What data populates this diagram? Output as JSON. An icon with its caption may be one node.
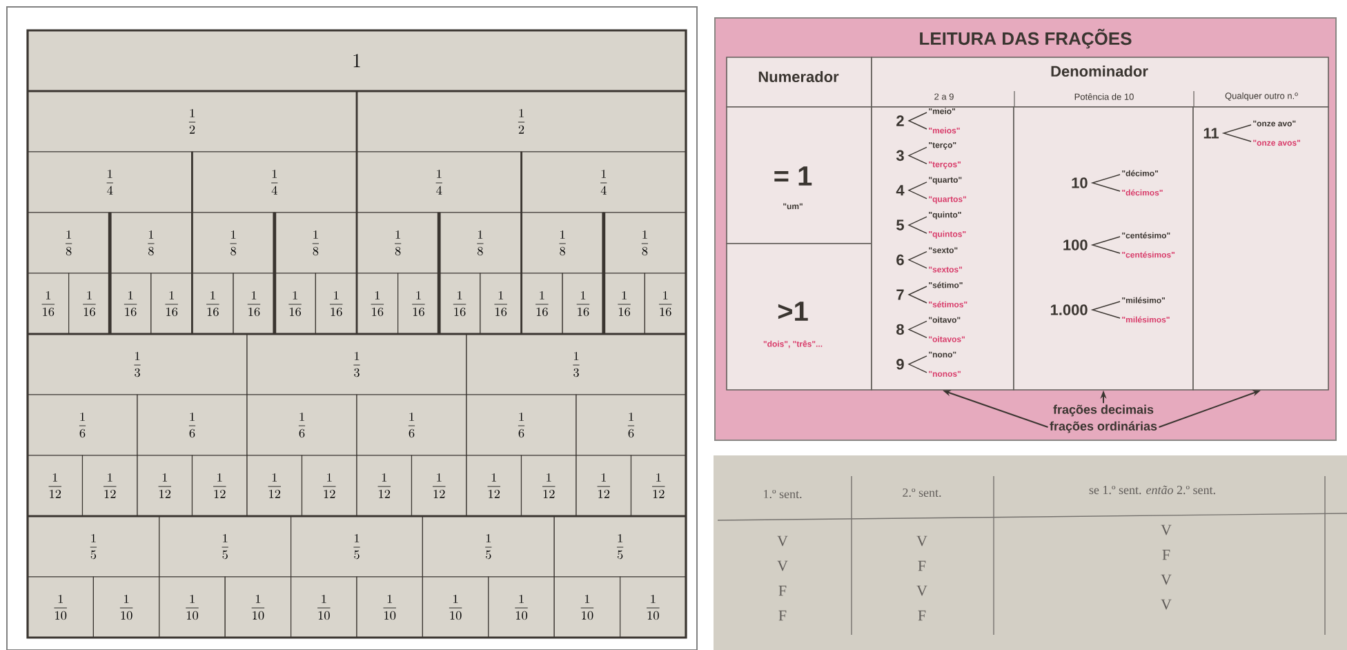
{
  "diagram": {
    "nodes": [
      {
        "text": [
          "1"
        ]
      },
      {
        "text": [
          "\\frac{1}{2}"
        ]
      },
      {
        "text": [
          "\\frac{1}{2}"
        ]
      },
      {
        "text": [
          "\\frac{1}{4}"
        ]
      },
      {
        "text": [
          "\\frac{1}{4}"
        ]
      },
      {
        "text": [
          "\\frac{1}{4}"
        ]
      },
      {
        "text": [
          "\\frac{1}{4}"
        ]
      },
      {
        "text": [
          "\\frac{1}{8}"
        ]
      },
      {
        "text": [
          "\\frac{1}{8}"
        ]
      },
      {
        "text": [
          "\\frac{1}{8}"
        ]
      },
      {
        "text": [
          "\\frac{1}{8}"
        ]
      },
      {
        "text": [
          "\\frac{1}{8}"
        ]
      },
      {
        "text": [
          "\\frac{1}{8}"
        ]
      },
      {
        "text": [
          "\\frac{1}{8}"
        ]
      },
      {
        "text": [
          "\\frac{1}{8}"
        ]
      },
      {
        "text": [
          "\\frac{1}{16}"
        ]
      },
      {
        "text": [
          "\\frac{1}{16}"
        ]
      },
      {
        "text": [
          "\\frac{1}{16}"
        ]
      },
      {
        "text": [
          "\\frac{1}{16}"
        ]
      },
      {
        "text": [
          "\\frac{1}{16}"
        ]
      },
      {
        "text": [
          "\\frac{1}{16}"
        ]
      },
      {
        "text": [
          "\\frac{1}{16}"
        ]
      },
      {
        "text": [
          "\\frac{1}{16}"
        ]
      },
      {
        "text": [
          "\\frac{1}{16}"
        ]
      },
      {
        "text": [
          "\\frac{1}{16}"
        ]
      },
      {
        "text": [
          "\\frac{1}{16}"
        ]
      },
      {
        "text": [
          "\\frac{1}{16}"
        ]
      },
      {
        "text": [
          "\\frac{1}{16}"
        ]
      },
      {
        "text": [
          "\\frac{1}{16}"
        ]
      },
      {
        "text": [
          "\\frac{1}{16}"
        ]
      },
      {
        "text": [
          "\\frac{1}{16}"
        ]
      },
      {
        "text": [
          "\\frac{1}{3}"
        ]
      },
      {
        "text": [
          "\\frac{1}{3}"
        ]
      },
      {
        "text": [
          "\\frac{1}{3}"
        ]
      },
      {
        "text": [
          "\\frac{1}{6}"
        ]
      },
      {
        "text": [
          "\\frac{1}{6}"
        ]
      },
      {
        "text": [
          "\\frac{1}{6}"
        ]
      },
      {
        "text": [
          "\\frac{1}{6}"
        ]
      },
      {
        "text": [
          "\\frac{1}{6}"
        ]
      },
      {
        "text": [
          "\\frac{1}{6}"
        ]
      },
      {
        "text": [
          "\\frac{1}{12}"
        ]
      },
      {
        "text": [
          "\\frac{1}{12}"
        ]
      },
      {
        "text": [
          "\\frac{1}{12}"
        ]
      },
      {
        "text": [
          "\\frac{1}{12}"
        ]
      },
      {
        "text": [
          "\\frac{1}{12}"
        ]
      },
      {
        "text": [
          "\\frac{1}{12}"
        ]
      },
      {
        "text": [
          "\\frac{1}{12}"
        ]
      },
      {
        "text": [
          "\\frac{1}{12}"
        ]
      },
      {
        "text": [
          "\\frac{1}{12}"
        ]
      },
      {
        "text": [
          "\\frac{1}{12}"
        ]
      },
      {
        "text": [
          "\\frac{1}{12}"
        ]
      },
      {
        "text": [
          "\\frac{1}{12}"
        ]
      },
      {
        "text": [
          "\\frac{1}{5}"
        ]
      },
      {
        "text": [
          "\\frac{1}{5}"
        ]
      },
      {
        "text": [
          "\\frac{1}{5}"
        ]
      },
      {
        "text": [
          "\\frac{1}{5}"
        ]
      },
      {
        "text": [
          "\\frac{1}{5}"
        ]
      },
      {
        "text": [
          "\\frac{1}{10}"
        ]
      },
      {
        "text": [
          "\\frac{1}{10}"
        ]
      },
      {
        "text": [
          "\\frac{1}{10}"
        ]
      },
      {
        "text": [
          "\\frac{1}{10}"
        ]
      },
      {
        "text": [
          "\\frac{1}{10}"
        ]
      },
      {
        "text": [
          "\\frac{1}{10}"
        ]
      },
      {
        "text": [
          "\\frac{1}{10}"
        ]
      },
      {
        "text": [
          "\\frac{1}{10}"
        ]
      },
      {
        "text": [
          "\\frac{1}{10}"
        ]
      },
      {
        "text": [
          "\\frac{1}{10}"
        ]
      },
      {
        "text": [
          "LEITURA DAS FRAÇÕES"
        ]
      },
      {
        "text": [
          "Numerador"
        ],
        "in": 67
      },
      {
        "text": [
          "Denominador"
        ],
        "in": 67
      },
      {
        "text": [
          "= 1",
          "\"um\""
        ],
        "in": 67
      },
      {
        "text": [
          ">1",
          "\"dois\", \"três\"..."
        ],
        "in": 67
      },
      {
        "text": [
          "2",
          "\"meio\"",
          "\"meios\"",
          "3",
          "\"terço\"",
          "\"terços\"",
          "4",
          "\"quarto\"",
          "\"quartos\"",
          "5",
          "\"quinto\"",
          "\"quintos\"",
          "6",
          "\"sexto\"",
          "\"sextos\"",
          "7",
          "\"sétimo\"",
          "\"sétimos\"",
          "8",
          "\"oitavo\"",
          "\"oitavos\"",
          "9",
          "\"nono\"",
          "\"nonos\""
        ],
        "in": 67
      },
      {
        "text": [
          "10",
          "\"décimo\"",
          "\"décimos\"",
          "100",
          "\"centésimo\"",
          "\"centésimos\"",
          "1.000",
          "\"milésimo\"",
          "\"milésimos\""
        ],
        "in": 67
      },
      {
        "text": [
          "11",
          "\"onze avo\"",
          "\"onze avos\""
        ],
        "in": 67
      },
      {
        "text": [
          "frações decimais"
        ],
        "in": 67
      },
      {
        "text": [
          "frações ordinárias"
        ],
        "in": 67
      }
    ],
    "edges": [
      {
        "from": 75,
        "to": 73,
        "arrow": "to"
      },
      {
        "from": 76,
        "to": 72,
        "arrow": "to"
      },
      {
        "from": 76,
        "to": 74,
        "arrow": "to"
      }
    ],
    "labels": [
      "2 a 9",
      "Potência de 10",
      "Qualquer outro n.º",
      "1.º sent.",
      "2.º sent.",
      "se 1.º sent. *então* 2.º sent.",
      "V",
      "V",
      "V",
      "V",
      "F",
      "F",
      "F",
      "V",
      "V",
      "F",
      "F",
      "V"
    ]
  }
}
